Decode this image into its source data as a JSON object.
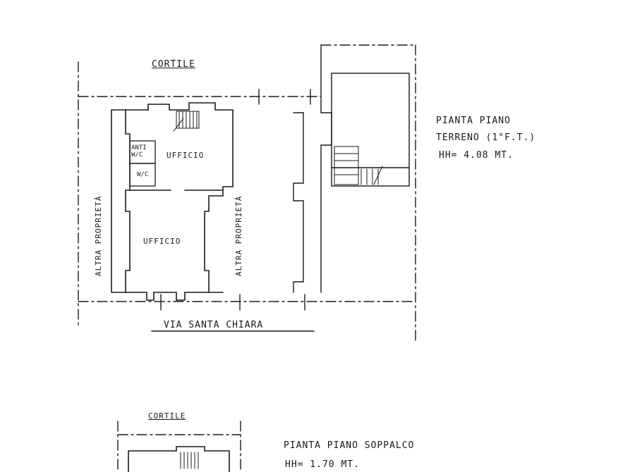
{
  "ground_floor": {
    "title_line1": "PIANTA PIANO",
    "title_line2": "TERRENO (1°F.T.)",
    "height": "HH= 4.08 MT.",
    "courtyard_label": "CORTILE",
    "street_label": "VIA SANTA CHIARA",
    "office_upper_label": "UFFICIO",
    "office_lower_label": "UFFICIO",
    "anti_wc_label": "ANTI W/C",
    "wc_label": "W/C",
    "left_neighbor_label": "ALTRA PROPRIETÀ",
    "right_neighbor_label": "ALTRA PROPRIETÀ"
  },
  "mezzanine": {
    "title": "PIANTA PIANO SOPPALCO",
    "height": "HH= 1.70 MT.",
    "courtyard_label": "CORTILE"
  },
  "colors": {
    "ink": "#1a1a1a",
    "paper": "#ffffff"
  }
}
